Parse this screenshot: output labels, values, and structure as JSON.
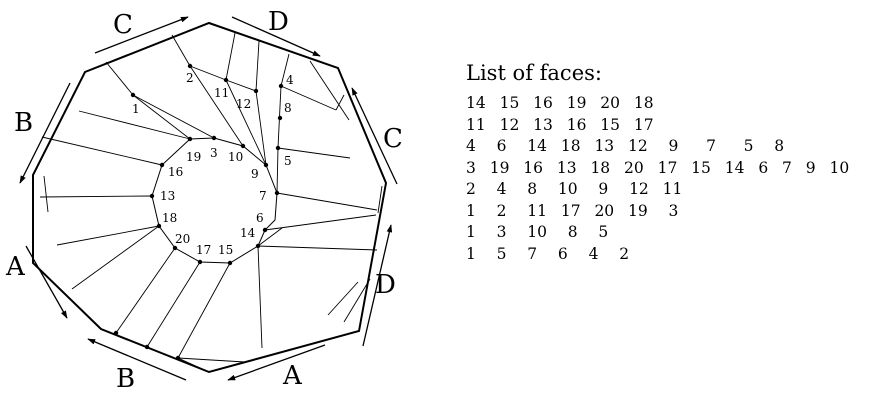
{
  "panel": {
    "title": "List of faces:"
  },
  "faces": [
    "14  15  16  19  20  18",
    "11  12  13  16  15  17",
    "4   6   14  18  13  12   9    7    5   8",
    "3  19  16  13  18  20  17  15  14  6  7  9  10",
    "2   4   8   10   9   12  11",
    "1   2   11  17  20  19   3",
    "1   3   10   8   5",
    "1   5   7   6   4   2"
  ],
  "edge_labels": [
    "C",
    "D",
    "B",
    "C",
    "A",
    "D",
    "B",
    "A"
  ],
  "vertex_labels": [
    "1",
    "2",
    "3",
    "4",
    "5",
    "6",
    "7",
    "8",
    "9",
    "10",
    "11",
    "12",
    "13",
    "14",
    "15",
    "16",
    "17",
    "18",
    "19",
    "20"
  ]
}
